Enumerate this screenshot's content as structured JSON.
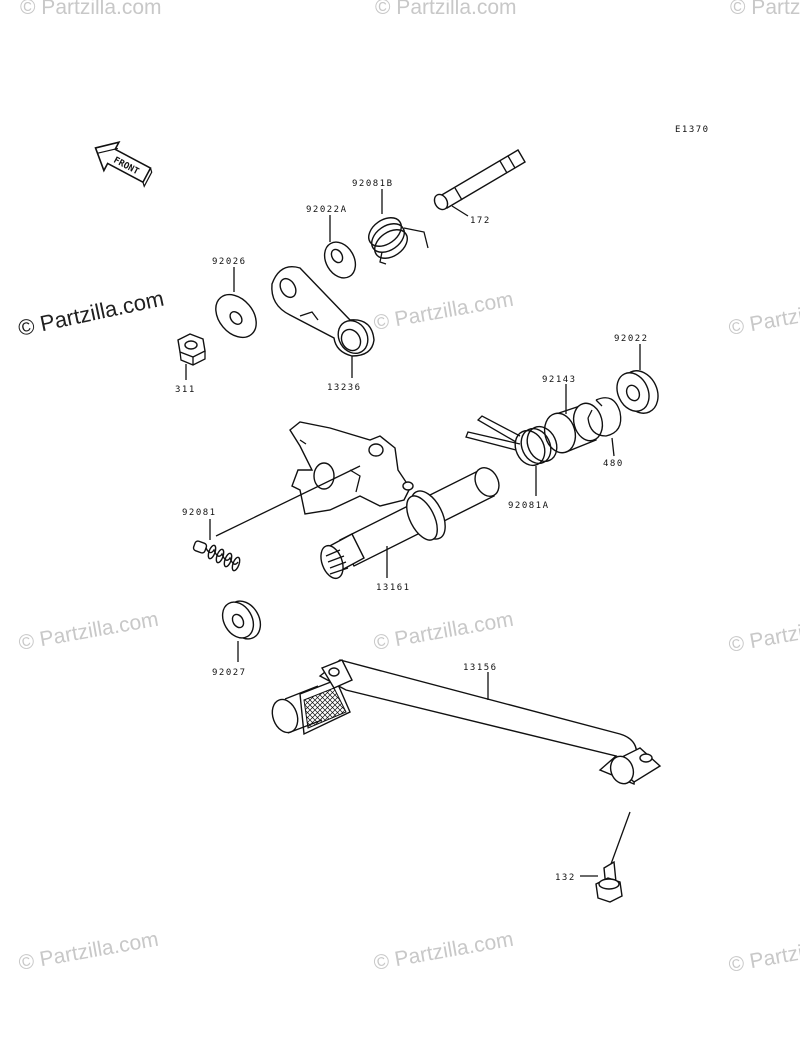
{
  "diagram": {
    "ref_code": "E1370",
    "front_label": "FRONT",
    "watermark_text": "© Partzilla.com",
    "watermark_text_strong": "© Partzilla.com",
    "parts": [
      {
        "id": "172",
        "label": "172"
      },
      {
        "id": "92081B",
        "label": "92081B"
      },
      {
        "id": "92022A",
        "label": "92022A"
      },
      {
        "id": "92026",
        "label": "92026"
      },
      {
        "id": "311",
        "label": "311"
      },
      {
        "id": "13236",
        "label": "13236"
      },
      {
        "id": "92022",
        "label": "92022"
      },
      {
        "id": "92143",
        "label": "92143"
      },
      {
        "id": "480",
        "label": "480"
      },
      {
        "id": "92081A",
        "label": "92081A"
      },
      {
        "id": "92081",
        "label": "92081"
      },
      {
        "id": "13161",
        "label": "13161"
      },
      {
        "id": "92027",
        "label": "92027"
      },
      {
        "id": "13156",
        "label": "13156"
      },
      {
        "id": "132",
        "label": "132"
      }
    ]
  }
}
